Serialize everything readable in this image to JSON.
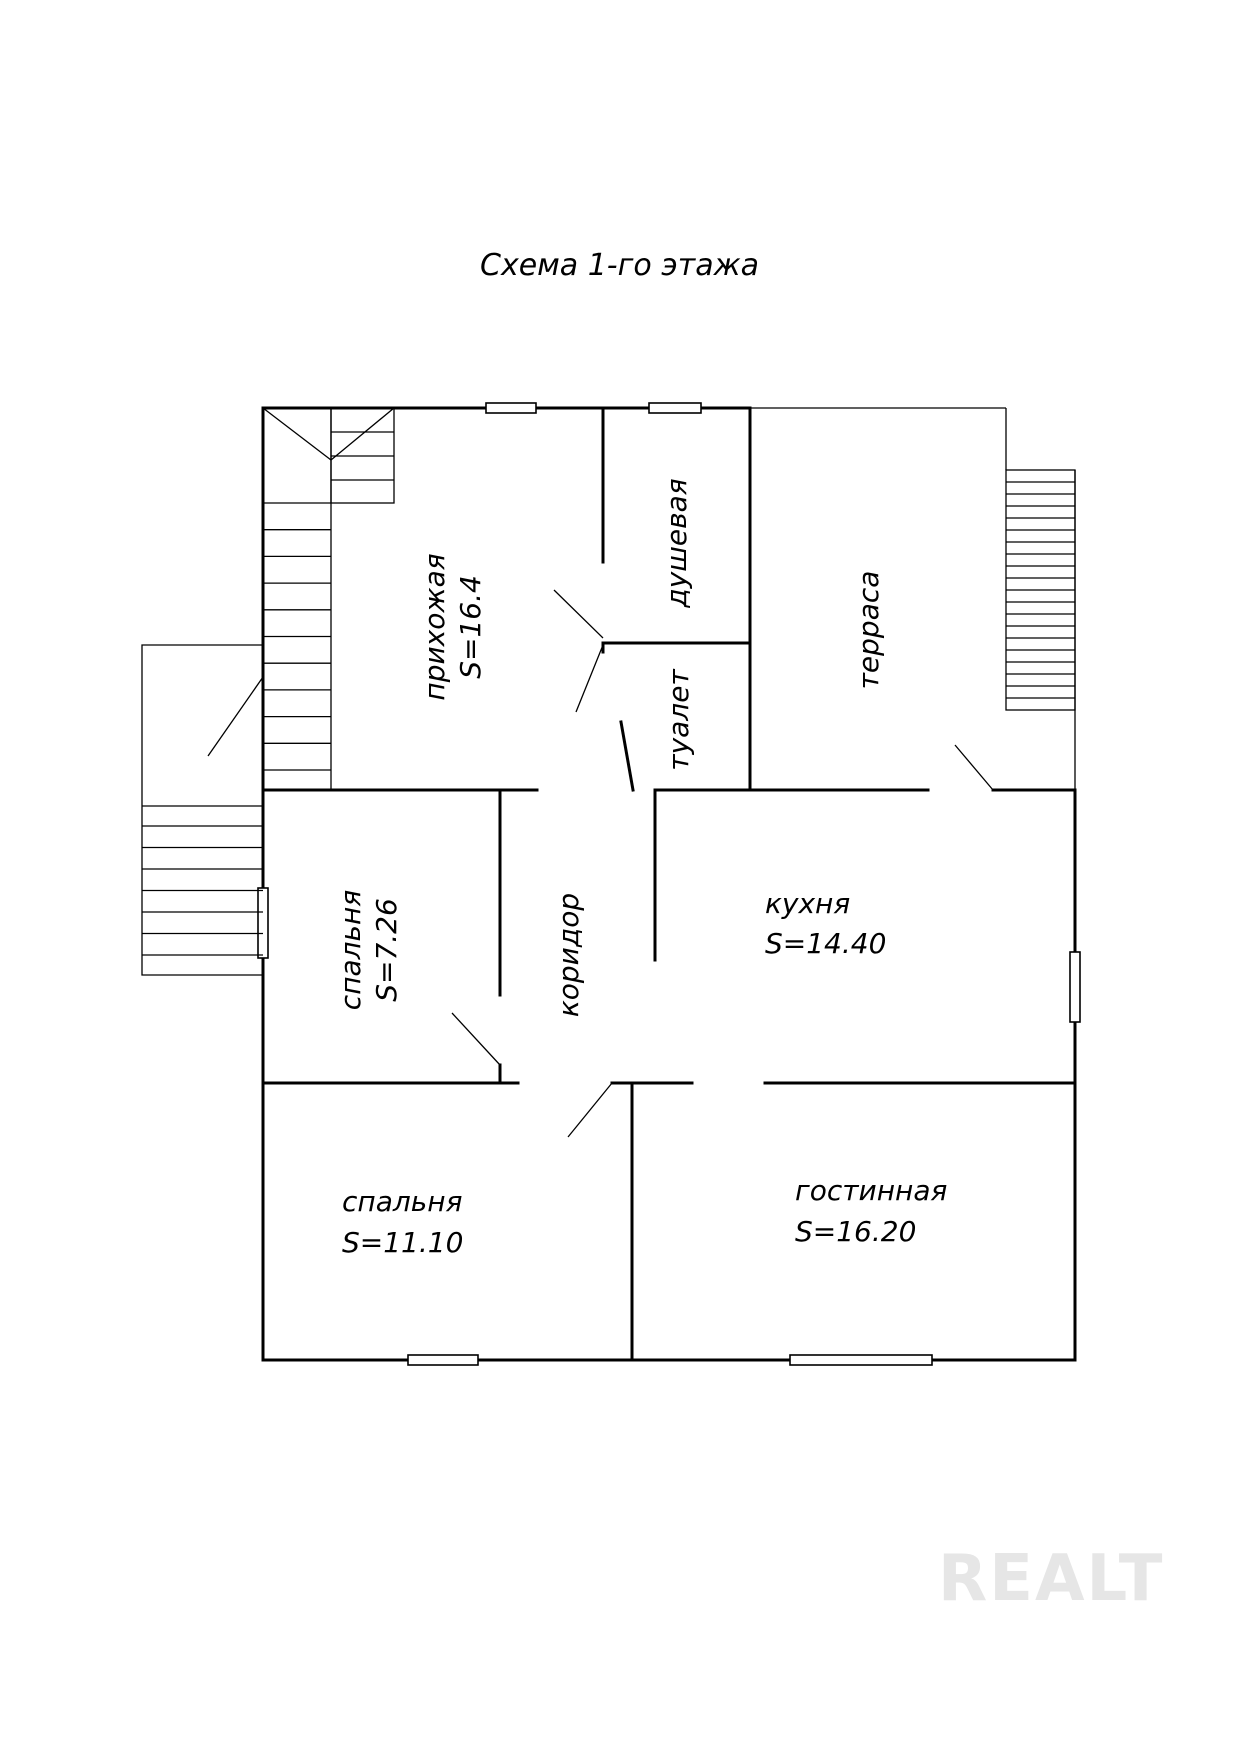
{
  "title": "Схема 1-го этажа",
  "rooms": {
    "hallway": {
      "name": "прихожая",
      "area": "S=16.4"
    },
    "shower": {
      "name": "душевая"
    },
    "toilet": {
      "name": "туалет"
    },
    "terrace": {
      "name": "терраса"
    },
    "bedroom_small": {
      "name": "спальня",
      "area": "S=7.26"
    },
    "corridor": {
      "name": "коридор"
    },
    "kitchen": {
      "name": "кухня",
      "area": "S=14.40"
    },
    "bedroom_large": {
      "name": "спальня",
      "area": "S=11.10"
    },
    "living_room": {
      "name": "гостинная",
      "area": "S=16.20"
    }
  },
  "watermark": "REALT"
}
